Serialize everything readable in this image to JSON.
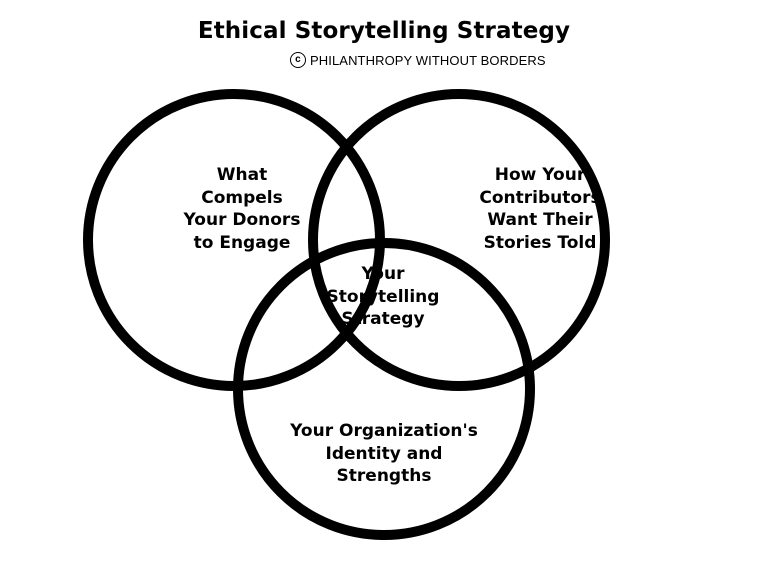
{
  "title": "Ethical Storytelling Strategy",
  "subtitle": {
    "icon": "copyright-icon",
    "text": "PHILANTHROPY WITHOUT BORDERS"
  },
  "diagram": {
    "type": "venn-3",
    "stroke_color": "#000000",
    "fill_color": "#ffffff",
    "circles": [
      {
        "id": "donors",
        "label": "What\nCompels\nYour Donors\nto Engage"
      },
      {
        "id": "contributors",
        "label": "How Your\nContributors\nWant Their\nStories Told"
      },
      {
        "id": "organization",
        "label": "Your Organization's\nIdentity and\nStrengths"
      }
    ],
    "intersection_label": "Your\nStorytelling\nStrategy"
  }
}
